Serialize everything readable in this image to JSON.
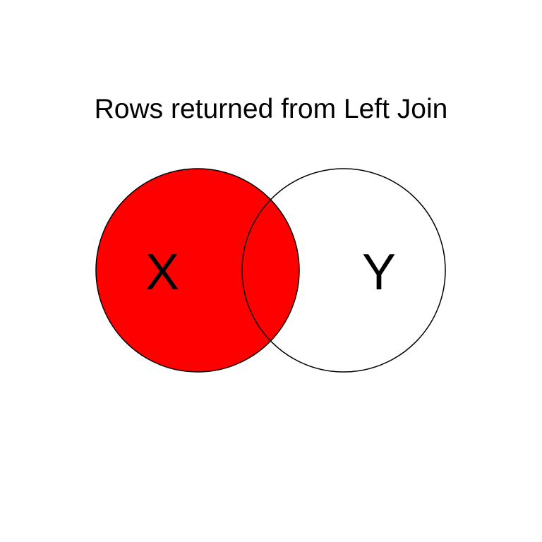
{
  "title": "Rows returned from Left Join",
  "sets": {
    "left": {
      "label": "X",
      "shaded": true
    },
    "right": {
      "label": "Y",
      "shaded": false
    }
  },
  "colors": {
    "fill": "#ff0000",
    "stroke": "#000000",
    "background": "#ffffff"
  }
}
